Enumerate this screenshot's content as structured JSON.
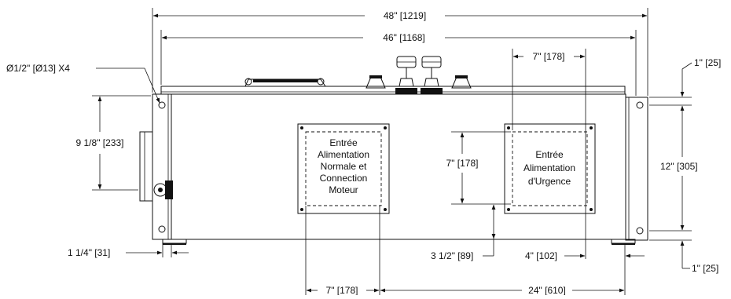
{
  "dimensions": {
    "overall_width": "48\" [1219]",
    "inner_width": "46\" [1168]",
    "hole_callout": "Ø1/2\" [Ø13] X4",
    "left_height": "9 1/8\" [233]",
    "left_foot": "1 1/4\" [31]",
    "box_right_width": "7\" [178]",
    "box_right_height": "7\" [178]",
    "right_top_offset": "1\" [25]",
    "right_height": "12\" [305]",
    "right_bottom_offset": "1\" [25]",
    "box_bottom_offset": "3 1/2\" [89]",
    "right_edge_offset": "4\" [102]",
    "box_left_width": "7\" [178]",
    "span": "24\" [610]"
  },
  "labels": {
    "left_box": [
      "Entrée",
      "Alimentation",
      "Normale et",
      "Connection",
      "Moteur"
    ],
    "right_box": [
      "Entrée",
      "Alimentation",
      "d'Urgence"
    ]
  }
}
